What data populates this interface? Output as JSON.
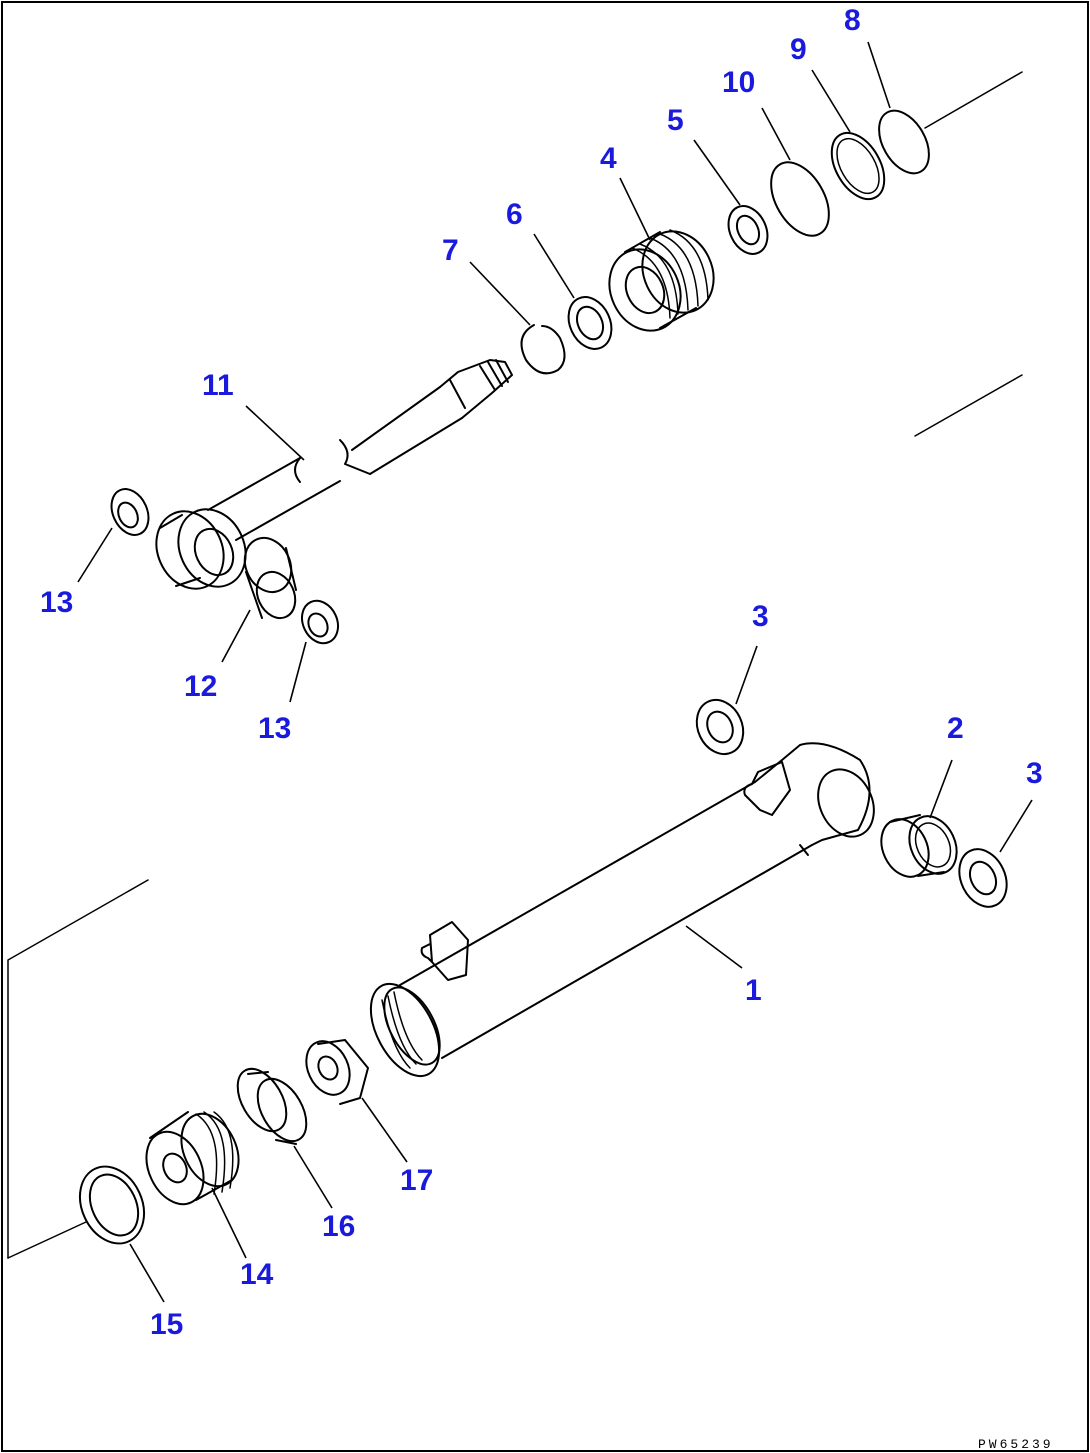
{
  "diagram": {
    "drawing_number": "PW65239",
    "colors": {
      "callout": "#1a1adc",
      "line": "#000000"
    },
    "callouts": {
      "c1": "1",
      "c2": "2",
      "c3a": "3",
      "c3b": "3",
      "c4": "4",
      "c5": "5",
      "c6": "6",
      "c7": "7",
      "c8": "8",
      "c9": "9",
      "c10": "10",
      "c11": "11",
      "c12": "12",
      "c13a": "13",
      "c13b": "13",
      "c14": "14",
      "c15": "15",
      "c16": "16",
      "c17": "17"
    }
  }
}
